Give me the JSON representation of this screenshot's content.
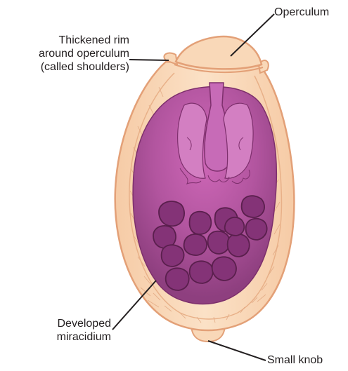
{
  "labels": {
    "operculum": "Operculum",
    "shoulders": "Thickened rim\naround operculum\n(called shoulders)",
    "miracidium": "Developed\nmiracidium",
    "small_knob": "Small knob"
  },
  "colors": {
    "shell_fill": "#f9d8b8",
    "shell_outline": "#e3a077",
    "miracidium_body": "#a34c92",
    "miracidium_highlight": "#c45fae",
    "germinal_cells": "#7d2f6c",
    "cell_outline": "#5a1f4d",
    "leader_lines": "#231f20"
  }
}
